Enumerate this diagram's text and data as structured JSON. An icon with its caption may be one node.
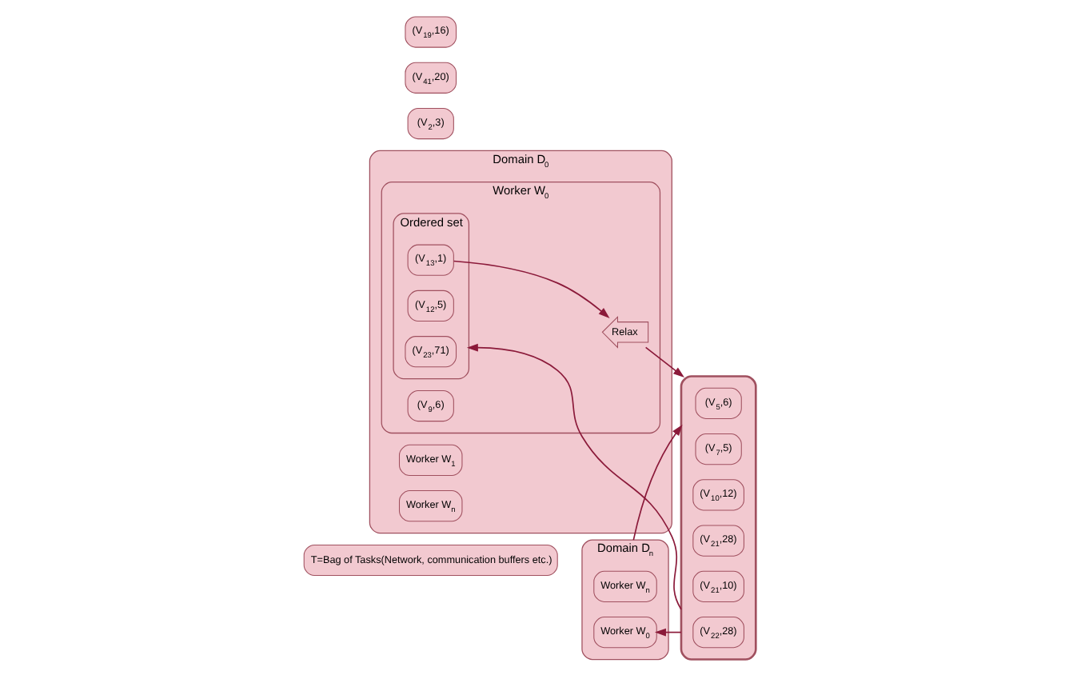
{
  "diagram": {
    "nodes": [
      {
        "text": [
          "T=Bag of Tasks(Network, communication buffers etc.)"
        ]
      },
      {
        "text": [],
        "shape": "cloud"
      },
      {
        "text": [
          "(V$_{5}$,6)"
        ],
        "in": 1
      },
      {
        "text": [
          "(V$_{7}$,5)"
        ],
        "in": 1
      },
      {
        "text": [
          "(V$_{10}$,12)"
        ],
        "in": 1
      },
      {
        "text": [
          "(V$_{21}$,28)"
        ],
        "in": 1
      },
      {
        "text": [
          "(V$_{21}$,10)"
        ],
        "in": 1
      },
      {
        "text": [
          "(V$_{22}$,28)"
        ],
        "in": 1
      },
      {
        "text": [
          "(V$_{2}$,3)"
        ]
      },
      {
        "text": [
          "(V$_{41}$,20)"
        ]
      },
      {
        "text": [
          "Domain D$_{0}$"
        ]
      },
      {
        "text": [
          "Worker W$_{0}$"
        ],
        "in": 10
      },
      {
        "text": [
          "(V$_{19}$,16)"
        ]
      },
      {
        "text": [
          "(V$_{9}$,6)"
        ],
        "in": 11
      },
      {
        "text": [
          "Relax"
        ],
        "in": 11
      },
      {
        "text": [
          "Ordered set"
        ],
        "in": 11
      },
      {
        "text": [
          "(V$_{23}$,71)"
        ],
        "in": 15
      },
      {
        "text": [
          "(V$_{12}$,5)"
        ],
        "in": 15
      },
      {
        "text": [
          "(V$_{13}$,1)"
        ],
        "in": 15
      },
      {
        "text": [
          "Worker W$_{1}$"
        ],
        "in": 10
      },
      {
        "text": [
          "Worker W$_{n}$"
        ],
        "in": 10
      },
      {
        "text": [
          "Domain D$_{n}$"
        ]
      },
      {
        "text": [
          "Worker W$_{0}$"
        ],
        "in": 21
      },
      {
        "text": [
          "Worker W$_{n}$"
        ],
        "in": 21
      }
    ],
    "edges": [
      {
        "from": 14,
        "to": 1,
        "arrow": "to"
      },
      {
        "from": 1,
        "to": 15,
        "arrow": "to"
      },
      {
        "from": 18,
        "to": 14,
        "arrow": "to"
      },
      {
        "from": 1,
        "to": 22,
        "arrow": "to"
      },
      {
        "from": 21,
        "to": 1,
        "arrow": "to"
      }
    ]
  }
}
